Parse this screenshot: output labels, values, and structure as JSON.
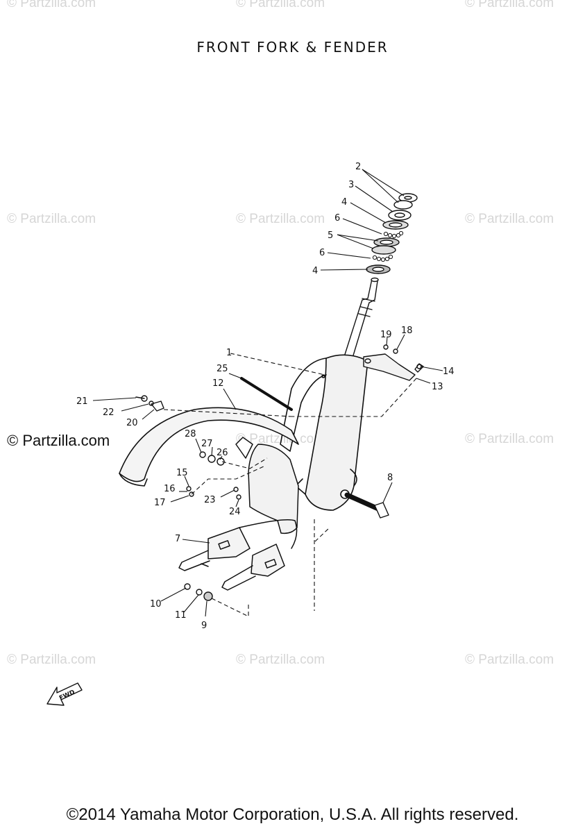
{
  "title": "FRONT FORK & FENDER",
  "watermarks": {
    "text": "© Partzilla.com",
    "strong_text": "© Partzilla.com"
  },
  "fwd_label": "FWD",
  "copyright": "©2014 Yamaha Motor Corporation, U.S.A. All rights reserved.",
  "callouts": [
    {
      "id": "c2",
      "text": "2"
    },
    {
      "id": "c3",
      "text": "3"
    },
    {
      "id": "c4a",
      "text": "4"
    },
    {
      "id": "c6a",
      "text": "6"
    },
    {
      "id": "c5",
      "text": "5"
    },
    {
      "id": "c6b",
      "text": "6"
    },
    {
      "id": "c4b",
      "text": "4"
    },
    {
      "id": "c19",
      "text": "19"
    },
    {
      "id": "c18",
      "text": "18"
    },
    {
      "id": "c1",
      "text": "1"
    },
    {
      "id": "c14",
      "text": "14"
    },
    {
      "id": "c25",
      "text": "25"
    },
    {
      "id": "c13",
      "text": "13"
    },
    {
      "id": "c12",
      "text": "12"
    },
    {
      "id": "c21",
      "text": "21"
    },
    {
      "id": "c22",
      "text": "22"
    },
    {
      "id": "c20",
      "text": "20"
    },
    {
      "id": "c28",
      "text": "28"
    },
    {
      "id": "c27",
      "text": "27"
    },
    {
      "id": "c26",
      "text": "26"
    },
    {
      "id": "c15",
      "text": "15"
    },
    {
      "id": "c16",
      "text": "16"
    },
    {
      "id": "c17",
      "text": "17"
    },
    {
      "id": "c23",
      "text": "23"
    },
    {
      "id": "c24",
      "text": "24"
    },
    {
      "id": "c8",
      "text": "8"
    },
    {
      "id": "c7",
      "text": "7"
    },
    {
      "id": "c10",
      "text": "10"
    },
    {
      "id": "c11",
      "text": "11"
    },
    {
      "id": "c9",
      "text": "9"
    }
  ],
  "colors": {
    "ink": "#111111",
    "watermark": "#d6d6d6",
    "background": "#ffffff"
  }
}
